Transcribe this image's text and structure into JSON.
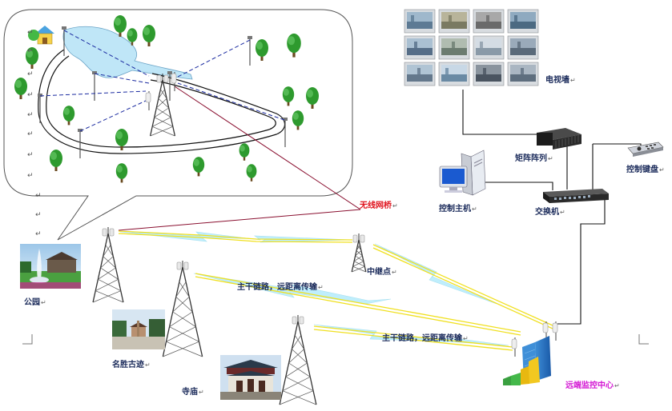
{
  "labels": {
    "tv_wall": "电视墙",
    "matrix": "矩阵阵列",
    "keyboard": "控制键盘",
    "host": "控制主机",
    "switch": "交换机",
    "wireless_bridge": "无线网桥",
    "relay": "中继点",
    "park": "公园",
    "monument": "名胜古迹",
    "temple": "寺庙",
    "trunk_1": "主干链路，远距离传输",
    "trunk_2": "主干链路，远距离传输",
    "center": "远端监控中心"
  },
  "paragraph_mark": "↵",
  "colors": {
    "label_text": "#1a2a5a",
    "bridge_label": "#e0141e",
    "center_label": "#d41ad4",
    "link_yellow": "#f0e020",
    "link_cyan": "#bfeefc",
    "link_dark_red": "#8a1030",
    "dashed_blue": "#1a2aa0",
    "cable_black": "#111111",
    "lake": "#bfe6f7",
    "tree_green": "#2e9a2e"
  }
}
